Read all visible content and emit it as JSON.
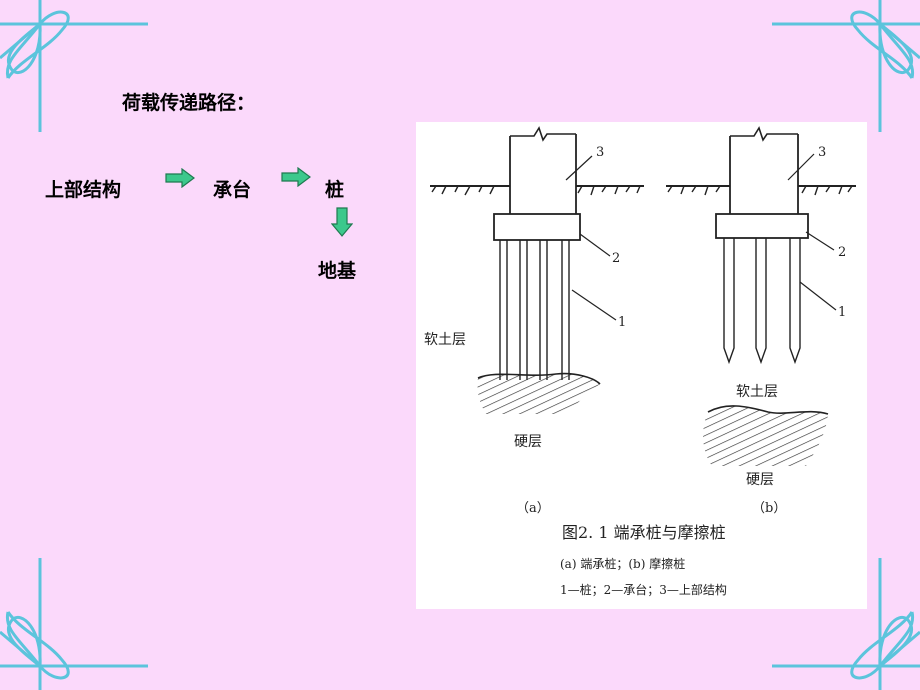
{
  "heading": "荷载传递路径：",
  "flow": {
    "step1": "上部结构",
    "step2": "承台",
    "step3": "桩",
    "step4": "地基"
  },
  "figure": {
    "label_soft_a": "软土层",
    "label_hard_a": "硬层",
    "label_soft_b": "软土层",
    "label_hard_b": "硬层",
    "num_1": "1",
    "num_2": "2",
    "num_3": "3",
    "sub_a": "（a）",
    "sub_b": "（b）",
    "caption": "图2. 1  端承桩与摩擦桩",
    "legend1": "(a)  端承桩；(b)  摩擦桩",
    "legend2": "1—桩；2—承台；3—上部结构"
  },
  "colors": {
    "background": "#fbd9fb",
    "ribbon": "#5cc4dc",
    "arrow_fill": "#3cc88c",
    "arrow_stroke": "#1e7a50"
  }
}
